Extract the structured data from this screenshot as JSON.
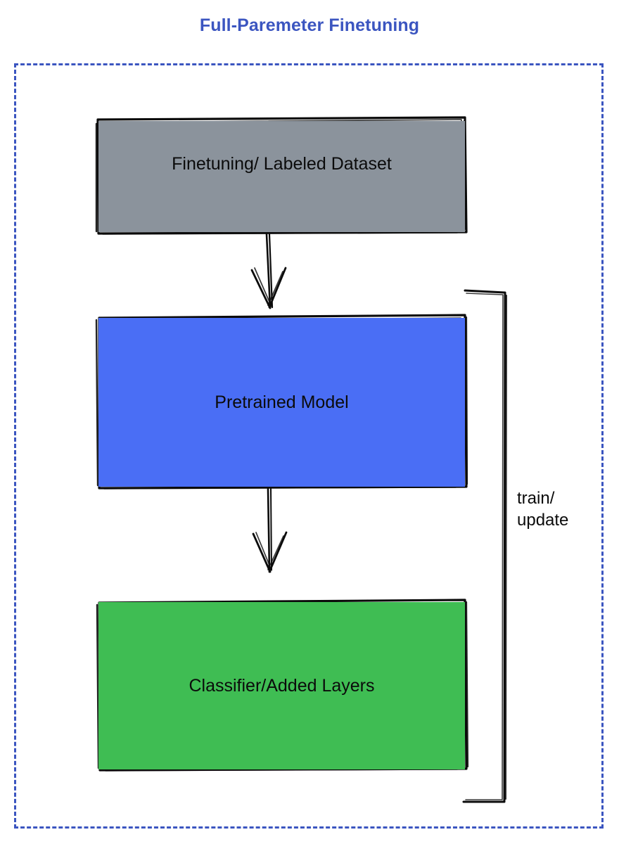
{
  "diagram": {
    "title": "Full-Paremeter Finetuning",
    "title_color": "#3b55c0",
    "frame": {
      "style": "dashed",
      "color": "#3b55c0"
    },
    "nodes": [
      {
        "id": "dataset",
        "label": "Finetuning/ Labeled Dataset",
        "fill": "#8b939c",
        "stroke": "#000000"
      },
      {
        "id": "pretrained",
        "label": "Pretrained Model",
        "fill": "#4a6ef5",
        "stroke": "#000000"
      },
      {
        "id": "classifier",
        "label": "Classifier/Added Layers",
        "fill": "#3fbd53",
        "stroke": "#000000"
      }
    ],
    "edges": [
      {
        "id": "dataset-to-pretrained",
        "from": "dataset",
        "to": "pretrained",
        "label": "",
        "arrow": "down"
      },
      {
        "id": "pretrained-to-classifier",
        "from": "pretrained",
        "to": "classifier",
        "label": "",
        "arrow": "down"
      },
      {
        "id": "feedback-loop",
        "from": "classifier",
        "to": "pretrained",
        "label": "train/\nupdate",
        "arrow": "none"
      }
    ]
  }
}
